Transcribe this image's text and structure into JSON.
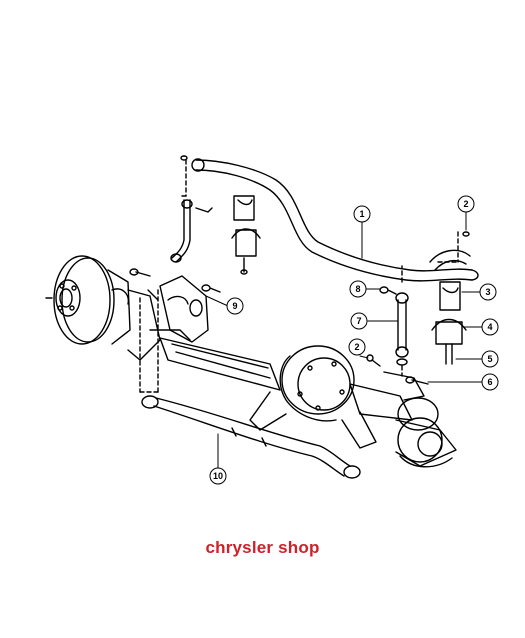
{
  "callouts": [
    {
      "id": "c1",
      "label": "1"
    },
    {
      "id": "c2a",
      "label": "2"
    },
    {
      "id": "c2b",
      "label": "2"
    },
    {
      "id": "c3",
      "label": "3"
    },
    {
      "id": "c4",
      "label": "4"
    },
    {
      "id": "c5",
      "label": "5"
    },
    {
      "id": "c6",
      "label": "6"
    },
    {
      "id": "c7",
      "label": "7"
    },
    {
      "id": "c8",
      "label": "8"
    },
    {
      "id": "c9",
      "label": "9"
    },
    {
      "id": "c10",
      "label": "10"
    }
  ],
  "watermark": {
    "text": "chrysler shop",
    "color": "#d0202a"
  }
}
